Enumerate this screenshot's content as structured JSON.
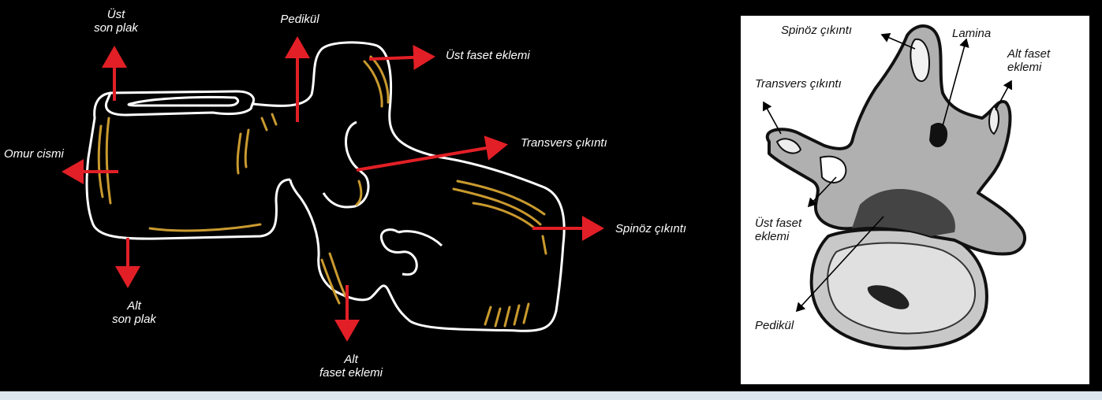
{
  "left_diagram": {
    "labels": {
      "ust_son_plak": "Üst\nson plak",
      "pedikul": "Pedikül",
      "ust_faset": "Üst faset eklemi",
      "transvers": "Transvers çıkıntı",
      "omur_cismi": "Omur cismi",
      "spinoz": "Spinöz çıkıntı",
      "alt_son_plak": "Alt\nson plak",
      "alt_faset": "Alt\nfaset eklemi"
    }
  },
  "right_diagram": {
    "labels": {
      "spinoz": "Spinöz çıkıntı",
      "lamina": "Lamina",
      "alt_faset": "Alt faset\neklemi",
      "transvers": "Transvers çıkıntı",
      "ust_faset": "Üst faset\neklemi",
      "pedikul": "Pedikül"
    }
  },
  "colors": {
    "arrow": "#e21f26",
    "outline": "#ffffff",
    "detail": "#c99a2e",
    "background": "#000000"
  }
}
